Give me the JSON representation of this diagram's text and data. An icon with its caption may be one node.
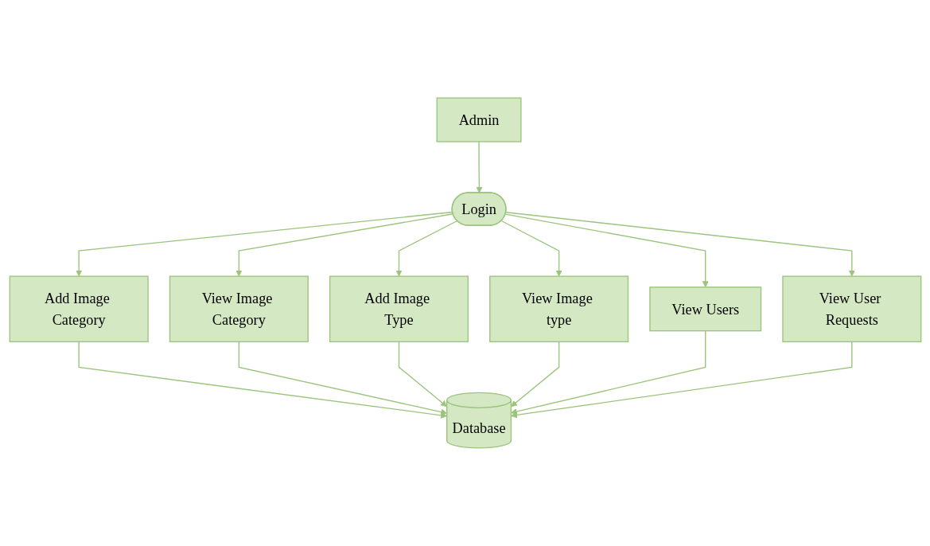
{
  "diagram": {
    "nodes": [
      {
        "text": [
          "Admin"
        ]
      },
      {
        "text": [
          "Login"
        ]
      },
      {
        "text": [
          "Add Image Category"
        ]
      },
      {
        "text": [
          "View Image Category"
        ]
      },
      {
        "text": [
          "Add Image Type"
        ]
      },
      {
        "text": [
          "View Image type"
        ]
      },
      {
        "text": [
          "View Users"
        ]
      },
      {
        "text": [
          "View User Requests"
        ]
      },
      {
        "text": [
          "Database"
        ]
      }
    ],
    "edges": [
      {
        "from": 0,
        "to": 1,
        "arrow": "to"
      },
      {
        "from": 1,
        "to": 2,
        "arrow": "to"
      },
      {
        "from": 1,
        "to": 3,
        "arrow": "to"
      },
      {
        "from": 1,
        "to": 4,
        "arrow": "to"
      },
      {
        "from": 1,
        "to": 5,
        "arrow": "to"
      },
      {
        "from": 1,
        "to": 6,
        "arrow": "to"
      },
      {
        "from": 1,
        "to": 7,
        "arrow": "to"
      },
      {
        "from": 2,
        "to": 8,
        "arrow": "to"
      },
      {
        "from": 3,
        "to": 8,
        "arrow": "to"
      },
      {
        "from": 4,
        "to": 8,
        "arrow": "to"
      },
      {
        "from": 5,
        "to": 8,
        "arrow": "to"
      },
      {
        "from": 6,
        "to": 8,
        "arrow": "to"
      },
      {
        "from": 7,
        "to": 8,
        "arrow": "to"
      }
    ]
  }
}
